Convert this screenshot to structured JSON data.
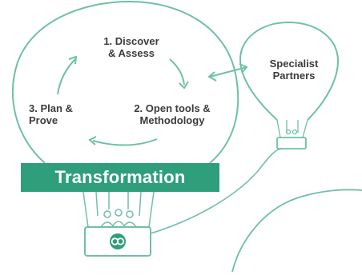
{
  "colors": {
    "accent": "#2e9e7b",
    "line": "#6fc0a3",
    "text": "#3b3b3b",
    "background": "#ffffff"
  },
  "steps": [
    {
      "label": "1. Discover\n& Assess"
    },
    {
      "label": "2. Open tools &\nMethodology"
    },
    {
      "label": "3. Plan &\nProve"
    }
  ],
  "partners_label": "Specialist\nPartners",
  "banner_label": "Transformation",
  "basket_logo": "link-icon"
}
